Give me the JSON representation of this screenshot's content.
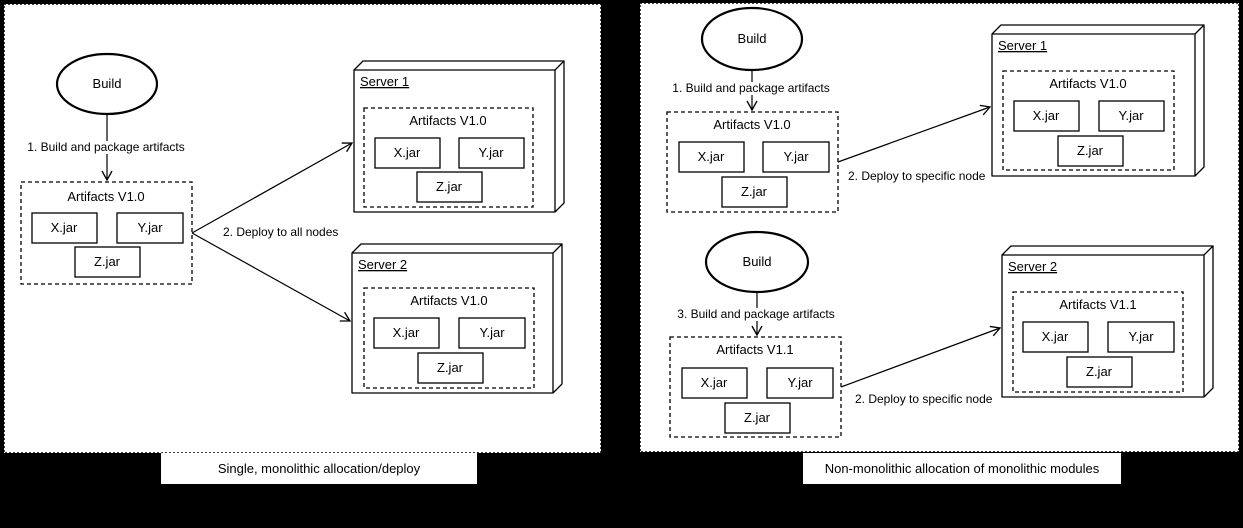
{
  "colors": {
    "background": "#000000",
    "panel": "#ffffff",
    "line": "#000000",
    "text": "#000000"
  },
  "left_panel": {
    "caption": "Single, monolithic allocation/deploy",
    "build": {
      "label": "Build"
    },
    "step_label": "1. Build and package artifacts",
    "deploy_label": "2. Deploy to all nodes",
    "artifacts": {
      "title": "Artifacts V1.0",
      "jars": [
        "X.jar",
        "Y.jar",
        "Z.jar"
      ]
    },
    "server1": {
      "name": "Server 1",
      "artifacts": {
        "title": "Artifacts V1.0",
        "jars": [
          "X.jar",
          "Y.jar",
          "Z.jar"
        ]
      }
    },
    "server2": {
      "name": "Server 2",
      "artifacts": {
        "title": "Artifacts V1.0",
        "jars": [
          "X.jar",
          "Y.jar",
          "Z.jar"
        ]
      }
    }
  },
  "right_panel": {
    "caption": "Non-monolithic allocation of monolithic modules",
    "flow1": {
      "build": {
        "label": "Build"
      },
      "step_label": "1. Build and package artifacts",
      "deploy_label": "2. Deploy to specific node",
      "artifacts": {
        "title": "Artifacts V1.0",
        "jars": [
          "X.jar",
          "Y.jar",
          "Z.jar"
        ]
      },
      "server": {
        "name": "Server 1",
        "artifacts": {
          "title": "Artifacts V1.0",
          "jars": [
            "X.jar",
            "Y.jar",
            "Z.jar"
          ]
        }
      }
    },
    "flow2": {
      "build": {
        "label": "Build"
      },
      "step_label": "3. Build and package artifacts",
      "deploy_label": "2. Deploy to specific node",
      "artifacts": {
        "title": "Artifacts V1.1",
        "jars": [
          "X.jar",
          "Y.jar",
          "Z.jar"
        ]
      },
      "server": {
        "name": "Server 2",
        "artifacts": {
          "title": "Artifacts V1.1",
          "jars": [
            "X.jar",
            "Y.jar",
            "Z.jar"
          ]
        }
      }
    }
  }
}
